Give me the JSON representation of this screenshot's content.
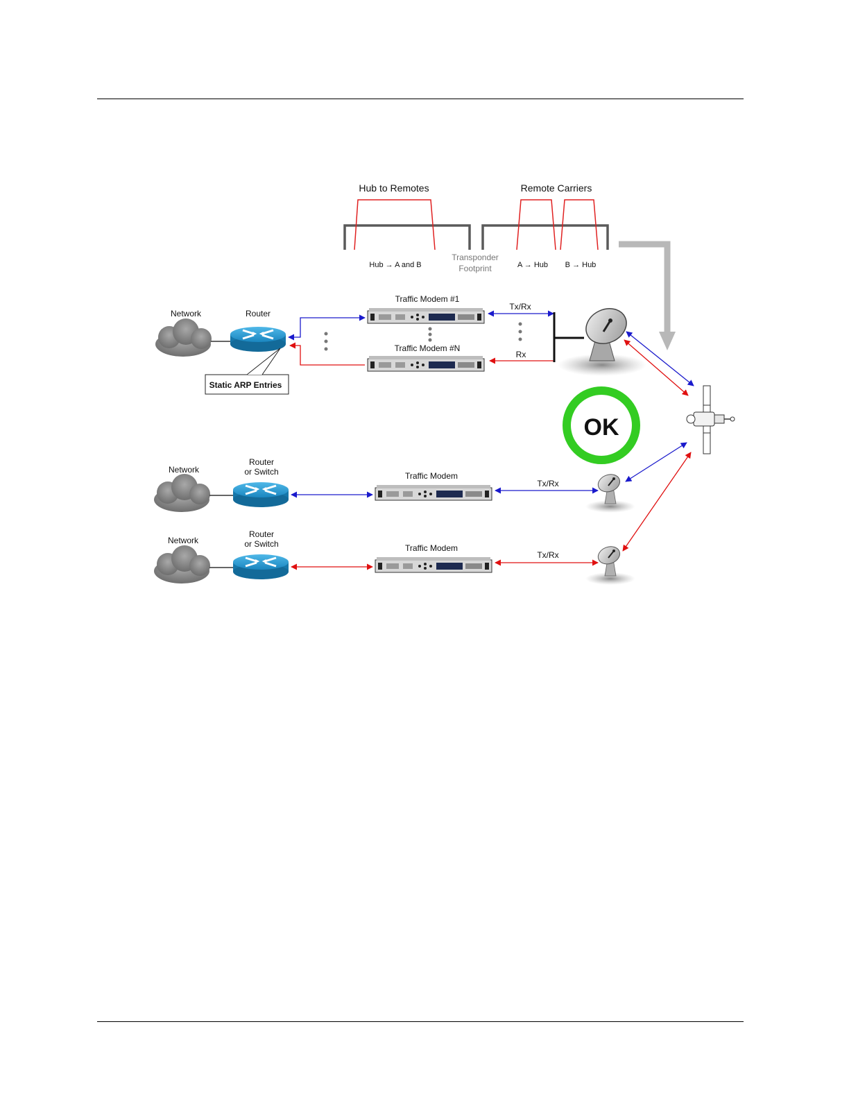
{
  "labels": {
    "hub_to_remotes": "Hub to Remotes",
    "remote_carriers": "Remote Carriers",
    "hub_a_and_b": "Hub → A and B",
    "transponder_line1": "Transponder",
    "transponder_line2": "Footprint",
    "a_to_hub": "A → Hub",
    "b_to_hub": "B → Hub",
    "network": "Network",
    "router": "Router",
    "router_or_switch_line1": "Router",
    "router_or_switch_line2": "or Switch",
    "traffic_modem_1": "Traffic Modem #1",
    "traffic_modem_n": "Traffic Modem #N",
    "traffic_modem": "Traffic Modem",
    "tx_rx": "Tx/Rx",
    "rx": "Rx",
    "static_arp_entries": "Static ARP Entries",
    "ok": "OK"
  },
  "colors": {
    "blue_link": "#1a1acc",
    "red_link": "#e01010",
    "carrier_red": "#e02020",
    "bracket_gray": "#5a5a5a",
    "arrow_gray": "#b8b8b8",
    "ok_ring": "#33cc22",
    "router_blue": "#1e90c8",
    "cloud_gray": "#8a8a8a"
  },
  "icons": [
    "cloud-icon",
    "router-icon",
    "modem-icon",
    "dish-icon",
    "satellite-icon",
    "ok-badge-icon"
  ]
}
